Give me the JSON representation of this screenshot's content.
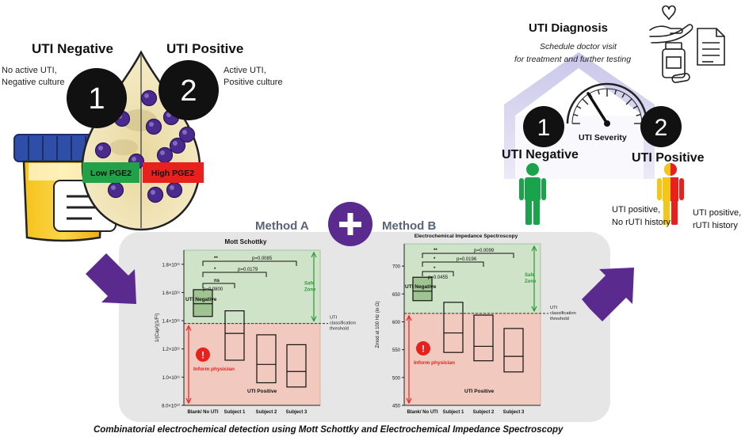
{
  "left": {
    "negative_title": "UTI Negative",
    "negative_desc": [
      "No active UTI,",
      "Negative culture"
    ],
    "positive_title": "UTI Positive",
    "positive_desc": [
      "Active UTI,",
      "Positive culture"
    ],
    "badge1": "1",
    "badge2": "2",
    "low_label": "Low PGE2",
    "high_label": "High PGE2"
  },
  "methods": {
    "a": "Method A",
    "b": "Method B",
    "plus": "+"
  },
  "diagnosis": {
    "title": "UTI Diagnosis",
    "subtitle": [
      "Schedule doctor visit",
      "for treatment and further testing"
    ],
    "severity": "UTI Severity",
    "badge1": "1",
    "badge2": "2",
    "negative": "UTI Negative",
    "positive": "UTI Positive",
    "note_left": [
      "UTI positive,",
      "No rUTI history"
    ],
    "note_right": [
      "UTI positive,",
      "rUTI history"
    ]
  },
  "caption": "Combinatorial electrochemical detection using Mott Schottky and Electrochemical Impedance Spectroscopy",
  "colors": {
    "purple": "#5b2a8f",
    "safe": "#cfe3c8",
    "risk": "#f2c9bf",
    "green_person": "#1aa34a",
    "red": "#e8211d",
    "yellow": "#f5c518",
    "low_pge2": "#22a148",
    "high_pge2": "#e8211d",
    "panel": "#e6e6e6",
    "house": "#d5d3ee"
  },
  "chart_data": [
    {
      "type": "box",
      "title": "Mott Schottky",
      "ylabel": "1/(Cap²)(1/F²)",
      "categories": [
        "Blank/ No UTI",
        "Subject 1",
        "Subject 2",
        "Subject 3"
      ],
      "yticks": [
        "8.0×10¹⁰",
        "1.0×10¹¹",
        "1.2×10¹¹",
        "1.4×10¹¹",
        "1.6×10¹¹",
        "1.8×10¹¹"
      ],
      "ylim": [
        80000000000.0,
        190000000000.0
      ],
      "threshold": 138000000000.0,
      "boxes": [
        {
          "q1": 143000000000.0,
          "median": 152000000000.0,
          "q3": 162000000000.0
        },
        {
          "q1": 112000000000.0,
          "median": 131000000000.0,
          "q3": 147000000000.0
        },
        {
          "q1": 96000000000.0,
          "median": 109000000000.0,
          "q3": 130000000000.0
        },
        {
          "q1": 93000000000.0,
          "median": 104000000000.0,
          "q3": 123000000000.0
        }
      ],
      "significance": [
        {
          "label": "p=0.0800",
          "to": 1
        },
        {
          "label": "ns",
          "to": 1
        },
        {
          "label": "p=0.0179",
          "to": 2
        },
        {
          "label": "*",
          "to": 2
        },
        {
          "label": "p=0.0085",
          "to": 3
        },
        {
          "label": "**",
          "to": 3
        }
      ],
      "annotations": {
        "negative": "UTI Negative",
        "positive": "UTI Positive",
        "safe": [
          "Safe",
          "Zone"
        ],
        "threshold": [
          "UTI",
          "classification",
          "threshold"
        ],
        "inform": "Inform physician",
        "alert": "!"
      }
    },
    {
      "type": "box",
      "title": "Electrochemical Impedance Spectroscopy",
      "ylabel": "Zmod at 100 Hz (in Ω)",
      "categories": [
        "Blank/ No UTI",
        "Subject 1",
        "Subject 2",
        "Subject 3"
      ],
      "yticks": [
        "450",
        "500",
        "550",
        "600",
        "650",
        "700"
      ],
      "ylim": [
        450,
        740
      ],
      "threshold": 615,
      "boxes": [
        {
          "q1": 638,
          "median": 655,
          "q3": 680
        },
        {
          "q1": 545,
          "median": 580,
          "q3": 635
        },
        {
          "q1": 530,
          "median": 556,
          "q3": 612
        },
        {
          "q1": 510,
          "median": 538,
          "q3": 588
        }
      ],
      "significance": [
        {
          "label": "p=0.0455",
          "to": 1
        },
        {
          "label": "*",
          "to": 1
        },
        {
          "label": "p=0.0196",
          "to": 2
        },
        {
          "label": "*",
          "to": 2
        },
        {
          "label": "p=0.0099",
          "to": 3
        },
        {
          "label": "**",
          "to": 3
        }
      ],
      "annotations": {
        "negative": "UTI Negative",
        "positive": "UTI Positive",
        "safe": [
          "Safe",
          "Zone"
        ],
        "threshold": [
          "UTI",
          "classification",
          "threshold"
        ],
        "inform": "Inform physician",
        "alert": "!"
      }
    }
  ]
}
